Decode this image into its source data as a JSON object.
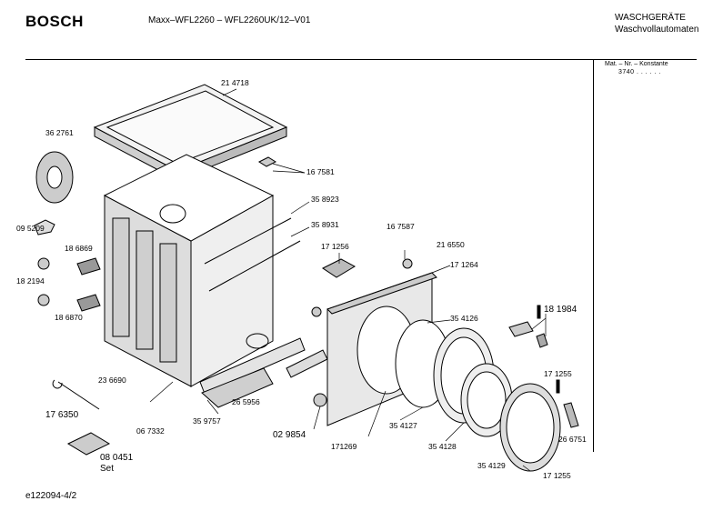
{
  "header": {
    "brand": "BOSCH",
    "model": "Maxx–WFL2260 – WFL2260UK/12–V01",
    "category_line1": "WASCHGERÄTE",
    "category_line2": "Waschvollautomaten"
  },
  "sidebar": {
    "mat_header": "Mat. – Nr. – Konstante",
    "mat_value": "3740 . . . . . ."
  },
  "footer": {
    "doc_id": "e122094-4/2"
  },
  "parts": {
    "p214718": "21 4718",
    "p362761": "36 2761",
    "p167581": "16 7581",
    "p358923": "35 8923",
    "p358931": "35 8931",
    "p095209": "09 5209",
    "p186869": "18 6869",
    "p182194": "18 2194",
    "p186870": "18 6870",
    "p167587": "16 7587",
    "p216550": "21 6550",
    "p171256": "17 1256",
    "p171264": "17 1264",
    "p181984": "18 1984",
    "p354126": "35 4126",
    "p236690": "23 6690",
    "p265956": "26 5956",
    "p176350": "17 6350",
    "p067332": "06 7332",
    "p359757": "35 9757",
    "p029854": "02 9854",
    "p171269": "171269",
    "p354127": "35 4127",
    "p354128": "35 4128",
    "p171255a": "17 1255",
    "p266751": "26 6751",
    "p080451": "08 0451",
    "p080451_set": "Set",
    "p354129": "35 4129",
    "p171255b": "17 1255"
  }
}
